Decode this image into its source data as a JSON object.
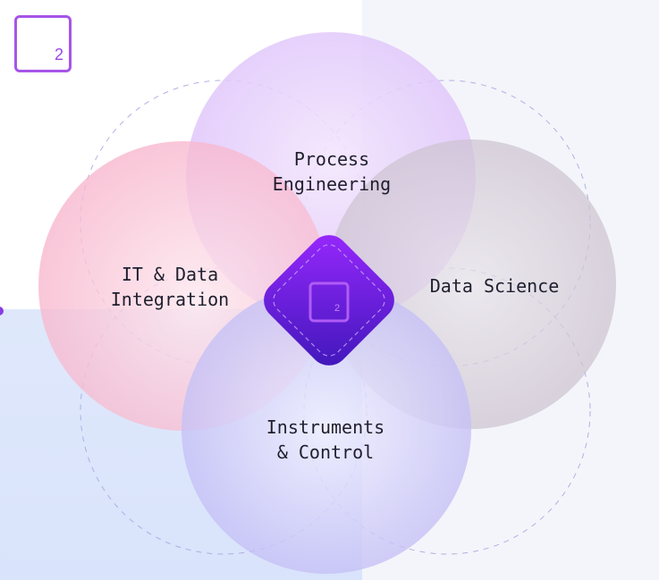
{
  "logo": {
    "badge_number": "2"
  },
  "center": {
    "badge_number": "2",
    "icon": "company-logo-icon"
  },
  "circles": [
    {
      "id": "process",
      "label": "Process\nEngineering"
    },
    {
      "id": "it",
      "label": "IT & Data\nIntegration"
    },
    {
      "id": "data",
      "label": "Data Science"
    },
    {
      "id": "instruments",
      "label": "Instruments\n& Control"
    }
  ],
  "colors": {
    "process": "#e3c9fb",
    "it": "#f8bfd3",
    "data": "#cfc6d2",
    "instruments": "#c7c2f6",
    "accent": "#7a1fe6",
    "dashed": "#a8a8e0"
  }
}
